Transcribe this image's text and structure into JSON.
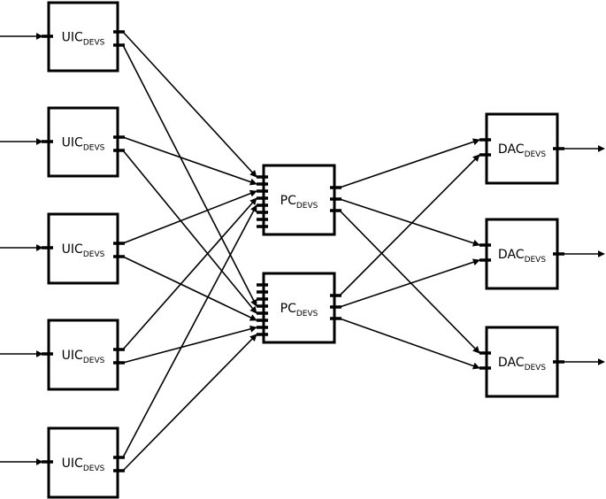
{
  "diagram": {
    "uic_label": "UIC",
    "pc_label": "PC",
    "dac_label": "DAC",
    "subscript": "DEVS"
  },
  "nodes": {
    "uic": [
      {
        "id": "uic1",
        "outputs": [
          "pc1",
          "pc2"
        ]
      },
      {
        "id": "uic2",
        "outputs": [
          "pc1",
          "pc2"
        ]
      },
      {
        "id": "uic3",
        "outputs": [
          "pc1",
          "pc2"
        ]
      },
      {
        "id": "uic4",
        "outputs": [
          "pc1",
          "pc2"
        ]
      },
      {
        "id": "uic5",
        "outputs": [
          "pc1",
          "pc2"
        ]
      }
    ],
    "pc": [
      {
        "id": "pc1",
        "outputs": [
          "dac1",
          "dac2",
          "dac3"
        ]
      },
      {
        "id": "pc2",
        "outputs": [
          "dac1",
          "dac2",
          "dac3"
        ]
      }
    ],
    "dac": [
      {
        "id": "dac1"
      },
      {
        "id": "dac2"
      },
      {
        "id": "dac3"
      }
    ]
  },
  "colors": {
    "stroke": "#000000",
    "background": "#ffffff"
  }
}
